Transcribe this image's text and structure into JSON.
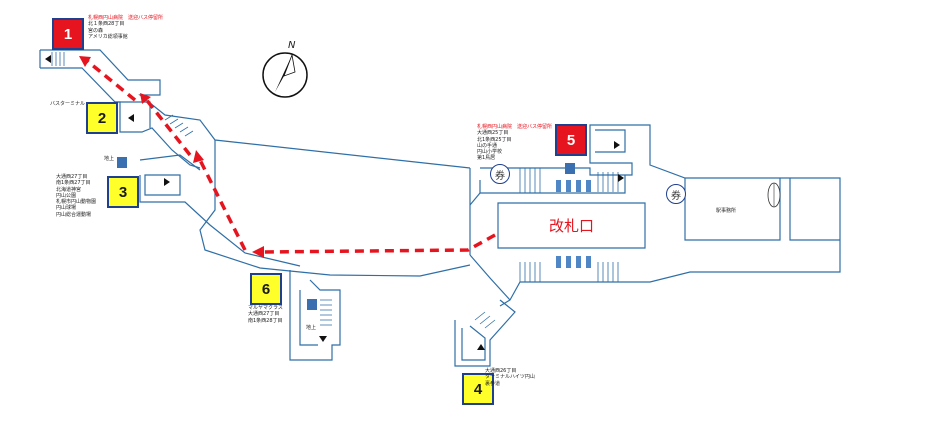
{
  "exits": [
    {
      "number": "1",
      "color": "red",
      "lines": [
        "札幌西円山病院　送迎バス停留所",
        "北１条西28丁目",
        "宮の森",
        "アメリカ総領事館"
      ]
    },
    {
      "number": "2",
      "color": "yellow",
      "lines": [
        "バスターミナル"
      ]
    },
    {
      "number": "3",
      "color": "yellow",
      "lines": [
        "大通西27丁目",
        "南1条西27丁目",
        "北海道神宮",
        "円山公園",
        "札幌市円山動物園",
        "円山球場",
        "円山総合運動場"
      ]
    },
    {
      "number": "4",
      "color": "yellow",
      "lines": [
        "大通西26丁目",
        "ターミナルハイツ円山",
        "裏参道"
      ]
    },
    {
      "number": "5",
      "color": "red",
      "lines": [
        "札幌西円山病院　送迎バス停留所",
        "大通西25丁目",
        "北1条西25丁目",
        "山の手通",
        "円山小学校",
        "第1鳥居"
      ]
    },
    {
      "number": "6",
      "color": "yellow",
      "lines": [
        "マルヤマクラス",
        "大通西27丁目",
        "南1条西28丁目"
      ]
    }
  ],
  "labels": {
    "ticket_gate": "改札口",
    "station_office": "駅事務所",
    "ground_a": "地上",
    "ground_b": "地上",
    "fare_machine": "券",
    "north": "N"
  },
  "colors": {
    "exit_red": "#e5141e",
    "exit_yellow": "#ffff2a",
    "wall": "#2f6fa7",
    "route_arrow": "#e5141e",
    "elevator": "#3a6fb0"
  },
  "icons": [
    "compass-icon",
    "elevator-icon",
    "fare-machine-icon",
    "stairs-icon",
    "toilet-icon",
    "route-arrow-icon"
  ]
}
